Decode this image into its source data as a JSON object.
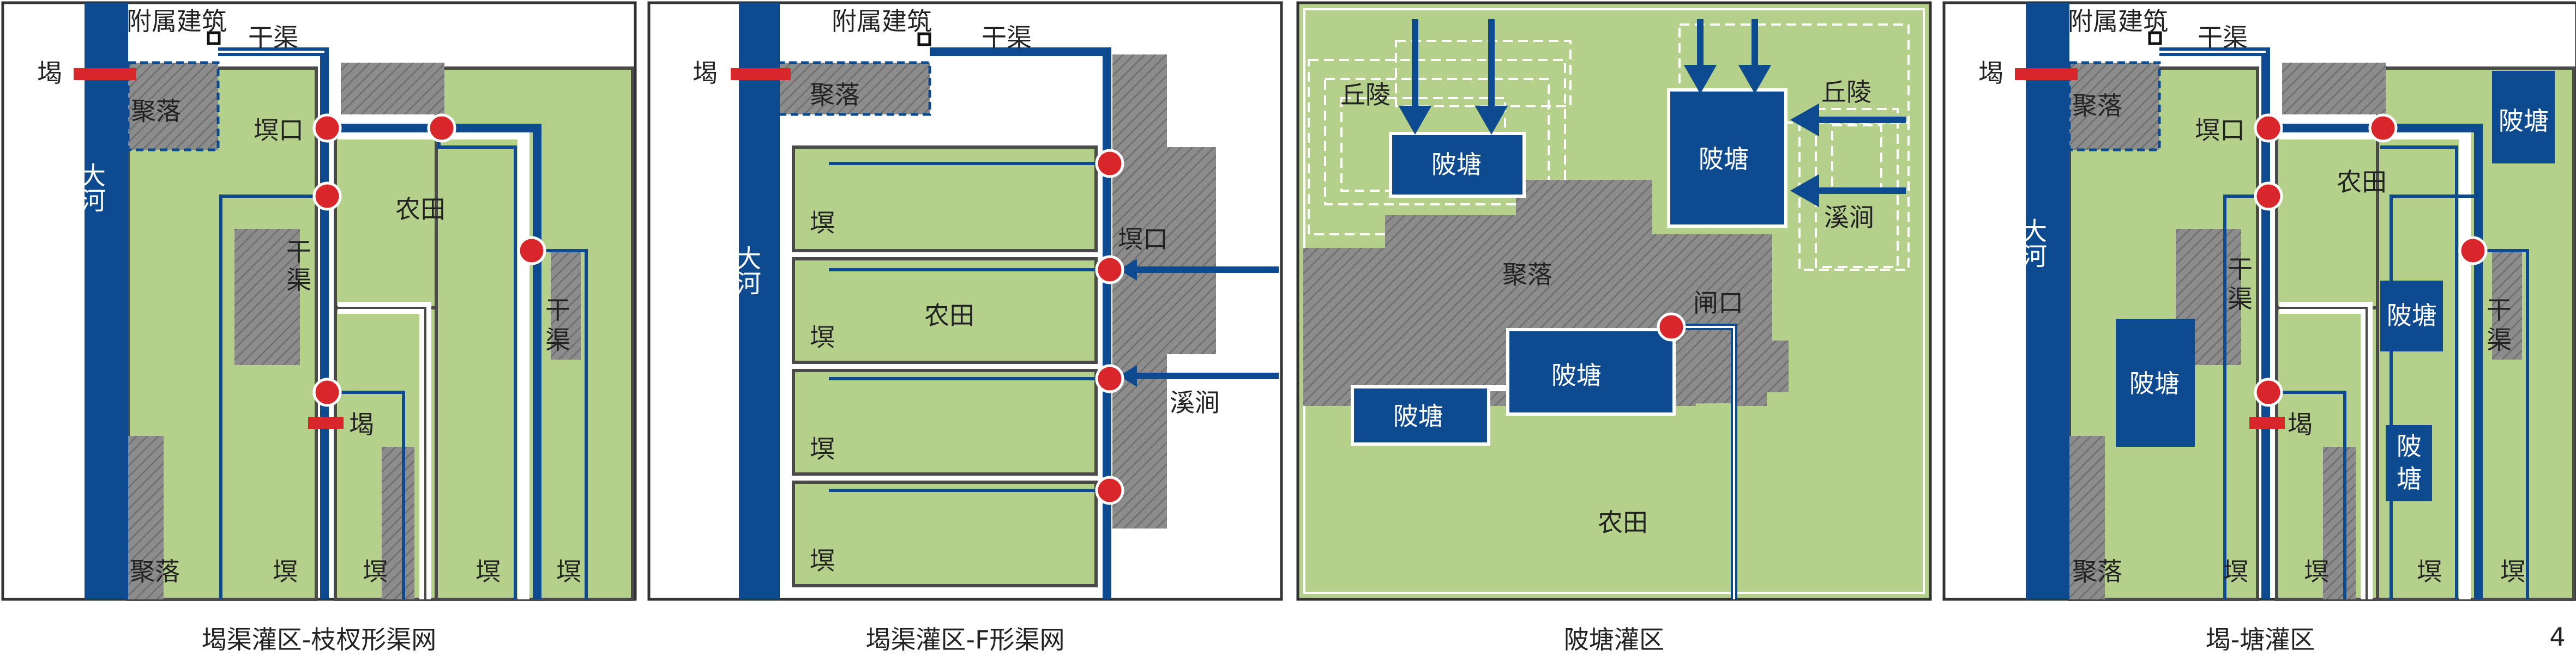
{
  "captions": {
    "p1": "堨渠灌区-枝杈形渠网",
    "p2": "堨渠灌区-F形渠网",
    "p3": "陂塘灌区",
    "p4": "堨-塘灌区"
  },
  "page_number": "4",
  "labels": {
    "annex": "附属建筑",
    "main_canal": "干渠",
    "weir": "堨",
    "river": "大河",
    "settlement": "聚落",
    "outlet": "塓口",
    "farmland": "农田",
    "plot": "塓",
    "canal_v1": "干",
    "canal_v2": "渠",
    "stream": "溪涧",
    "hills": "丘陵",
    "pond": "陂塘",
    "pond_v1": "陂",
    "pond_v2": "塘",
    "gate": "闸口"
  },
  "colors": {
    "water": "#0d4a8f",
    "farmland": "#b5d08a",
    "settlement": "#8c8c8c",
    "node": "#d9262b",
    "weir": "#d9262b",
    "outline": "#4a4a4a"
  }
}
